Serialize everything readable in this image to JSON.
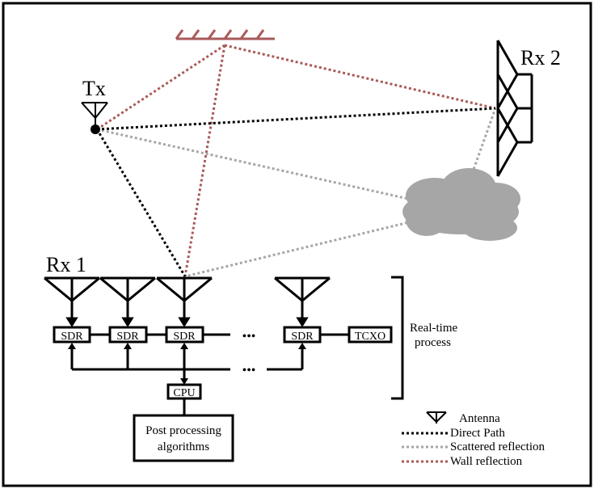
{
  "labels": {
    "tx": "Tx",
    "rx1": "Rx 1",
    "rx2": "Rx 2",
    "sdr": "SDR",
    "tcxo": "TCXO",
    "cpu": "CPU",
    "ellipsis": "•••",
    "realtime_line1": "Real-time",
    "realtime_line2": "process",
    "post_line1": "Post processing",
    "post_line2": "algorithms"
  },
  "legend": {
    "antenna": "Antenna",
    "direct": "Direct Path",
    "scattered": "Scattered reflection",
    "wall": "Wall reflection"
  },
  "colors": {
    "direct": "#000000",
    "scattered": "#a6a6a6",
    "wall": "#a85a58",
    "cloud": "#a6a6a6",
    "frame": "#000000"
  },
  "icons": {
    "antenna": "antenna-icon",
    "wall": "wall-hatch-icon",
    "cloud": "cloud-icon"
  }
}
